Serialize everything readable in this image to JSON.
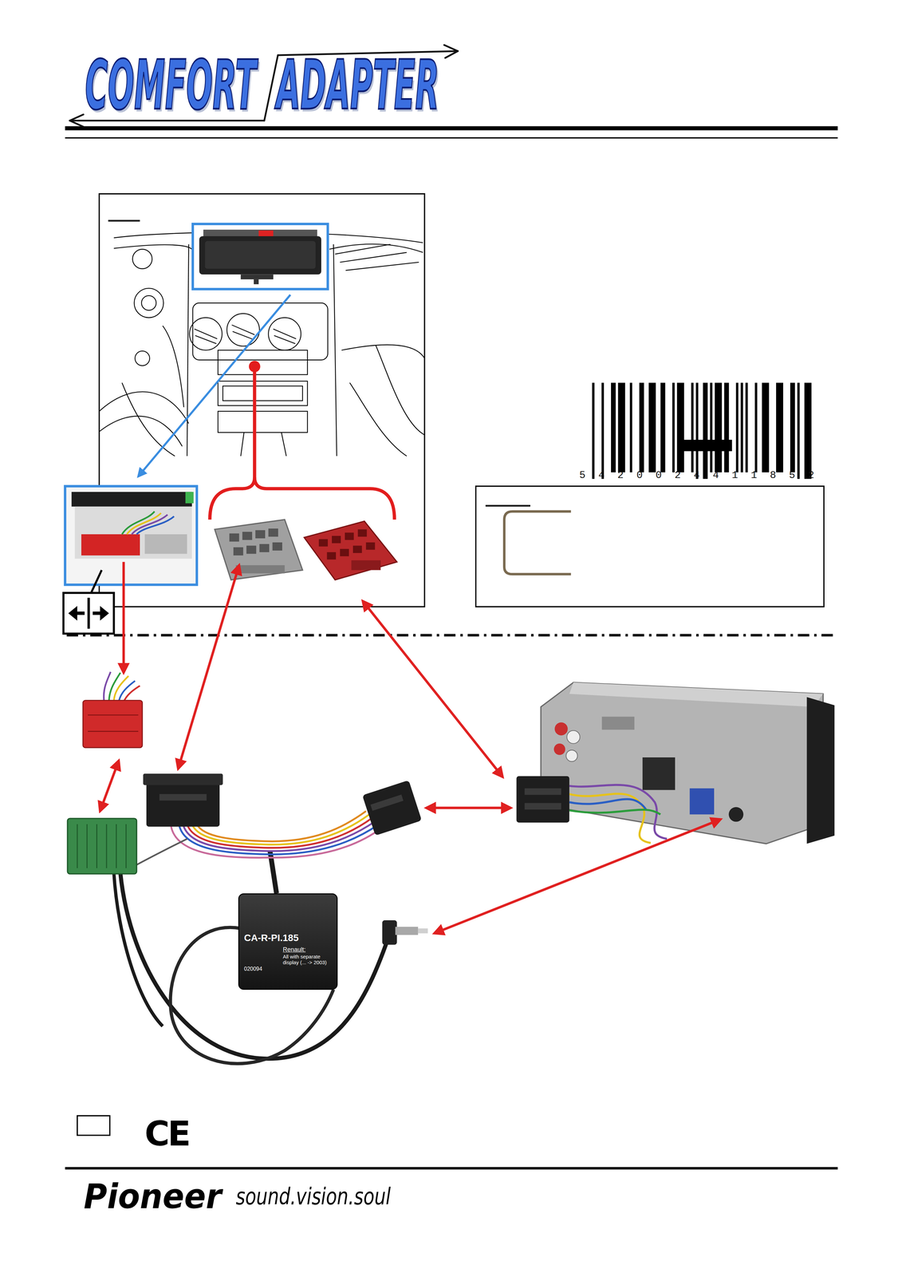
{
  "diagram": {
    "title": "COMFORT ADAPTER",
    "nodes": [
      {
        "text": [
          "CA-R-PI.185",
          "Renault:",
          "All with separate display (... -> 2003)",
          "020094"
        ]
      }
    ],
    "labels": [
      "5 4 2 0 0 2 4 4 1 1 8 5 2",
      "CE",
      "Pioneer",
      "sound.vision.soul"
    ]
  }
}
